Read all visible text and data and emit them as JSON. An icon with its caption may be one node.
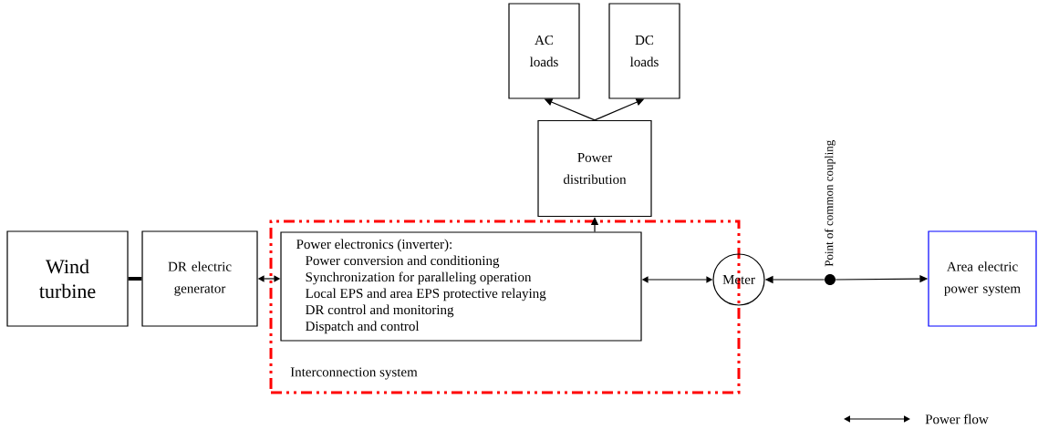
{
  "diagram": {
    "nodes": [
      {
        "text": [
          "Wind turbine"
        ]
      },
      {
        "text": [
          "DR electric generator"
        ]
      },
      {
        "text": [
          "Interconnection system"
        ]
      },
      {
        "text": [
          "Power electronics (inverter):",
          "Power conversion and conditioning",
          "Synchronization for paralleling operation",
          "Local EPS and area EPS protective relaying",
          "DR control and monitoring",
          "Dispatch and control"
        ],
        "in": 2
      },
      {
        "text": [
          "Power distribution"
        ]
      },
      {
        "text": [
          "AC loads"
        ]
      },
      {
        "text": [
          "DC loads"
        ]
      },
      {
        "text": [
          "Meter"
        ]
      },
      {
        "text": [],
        "shape": "circle",
        "beside": [
          "Point of common coupling"
        ]
      },
      {
        "text": [
          "Area electric power system"
        ]
      }
    ],
    "edges": [
      {
        "from": 0,
        "to": 1,
        "arrow": "none",
        "style": "thick"
      },
      {
        "from": 1,
        "to": 3,
        "arrow": "both"
      },
      {
        "from": 3,
        "to": 4,
        "arrow": "to"
      },
      {
        "from": 4,
        "to": 5,
        "arrow": "to"
      },
      {
        "from": 4,
        "to": 6,
        "arrow": "to"
      },
      {
        "from": 3,
        "to": 7,
        "arrow": "both"
      },
      {
        "from": 8,
        "to": 7,
        "arrow": "to"
      },
      {
        "from": 8,
        "to": 9,
        "arrow": "to"
      }
    ],
    "legend": [
      {
        "text": "Power flow"
      }
    ]
  }
}
